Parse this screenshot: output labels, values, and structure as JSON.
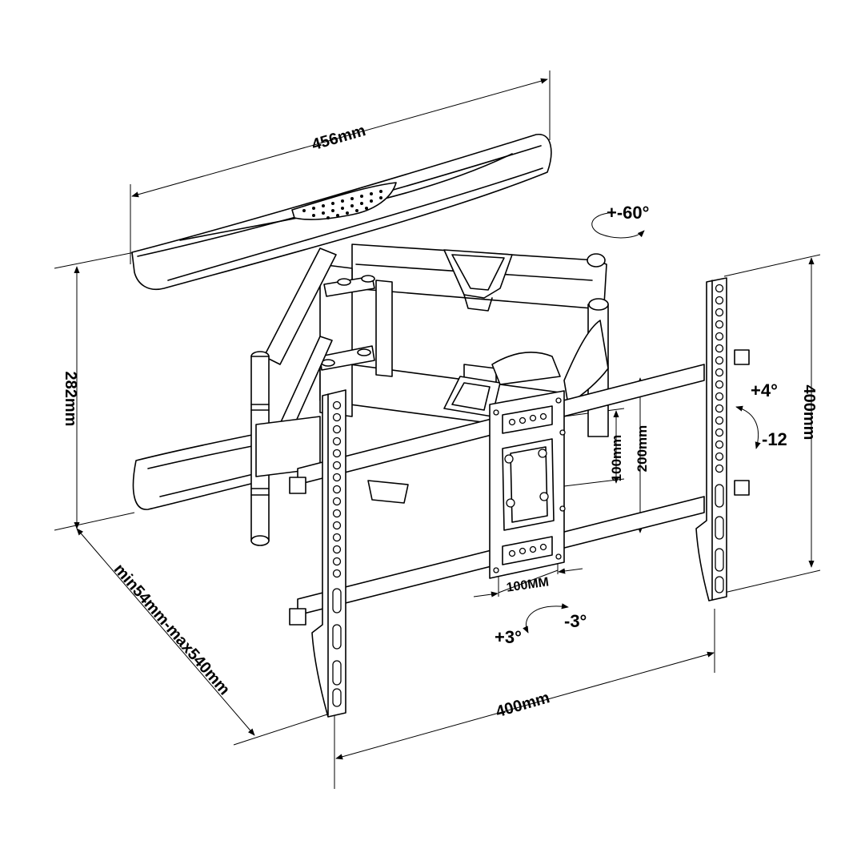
{
  "dimensions": {
    "wall_plate_width": "456mm",
    "wall_plate_height": "282mm",
    "extension": "min54mm-max540mm",
    "vesa_max_width": "400mm",
    "vesa_max_height": "400mm",
    "vesa_min_width": "100MM",
    "vesa_min_height": "100mm",
    "vesa_mid_height": "200mm"
  },
  "adjustments": {
    "swivel": "+-60°",
    "tilt_up": "+4°",
    "tilt_down": "-12",
    "rotate_plus": "+3°",
    "rotate_minus": "-3°"
  }
}
